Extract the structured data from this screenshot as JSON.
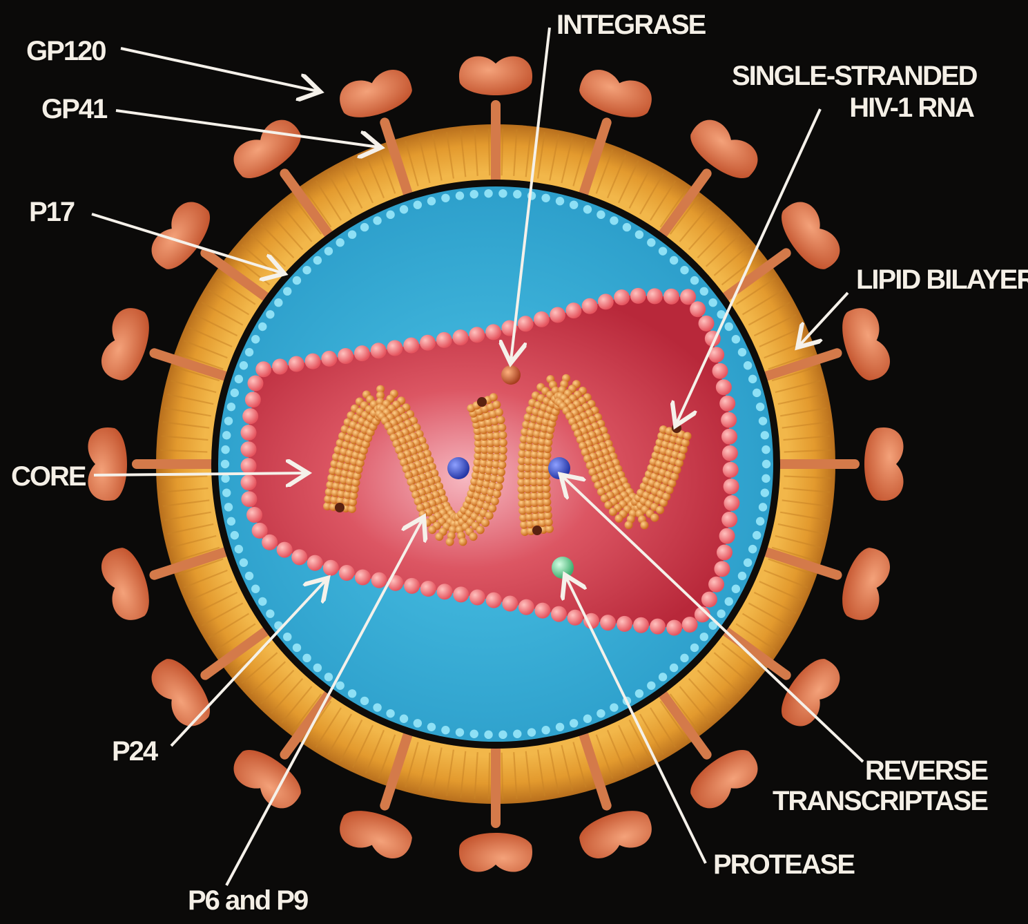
{
  "labels": {
    "gp120": "GP120",
    "gp41": "GP41",
    "p17": "P17",
    "core": "CORE",
    "p24": "P24",
    "p6_p9": "P6 and P9",
    "integrase": "INTEGRASE",
    "rna_line1": "SINGLE-STRANDED",
    "rna_line2": "HIV-1 RNA",
    "lipid_bilayer": "LIPID BILAYER",
    "rt_line1": "REVERSE",
    "rt_line2": "TRANSCRIPTASE",
    "protease": "PROTEASE"
  },
  "colors": {
    "background": "#0b0a09",
    "lipid_bilayer": "#e7a43a",
    "matrix_blue": "#3bb3d9",
    "matrix_dots": "#8ee0f5",
    "core_red": "#c9343e",
    "core_beads": "#f07a7c",
    "spike": "#d8693c",
    "rna": "#e0882e",
    "reverse_transcriptase": "#3c4fc4",
    "protease": "#6fd09a",
    "integrase": "#c0532c",
    "arrow": "#f5f1ea"
  }
}
